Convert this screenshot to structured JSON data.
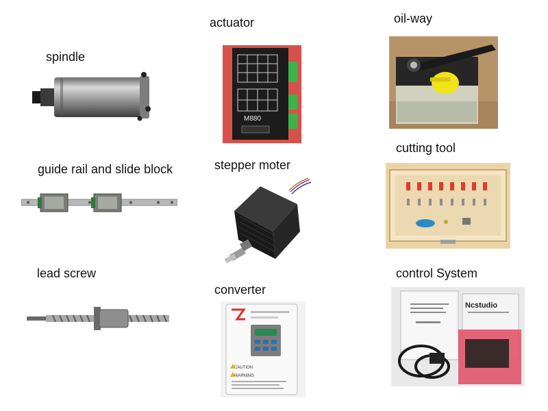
{
  "labels": {
    "spindle": "spindle",
    "actuator": "actuator",
    "oil_way": "oil-way",
    "guide_rail": "guide rail and slide block",
    "stepper_motor": "stepper moter",
    "cutting_tool": "cutting tool",
    "lead_screw": "lead screw",
    "converter": "converter",
    "control_system": "control System"
  },
  "actuator_image": {
    "model": "M880"
  },
  "control_image": {
    "brand": "Ncstudio"
  },
  "converter_image": {
    "warning_1": "CAUTION",
    "warning_2": "WARNING"
  },
  "colors": {
    "text": "#111111",
    "actuator_body": "#1c1c1c",
    "actuator_bg": "#d8504a",
    "terminal_green": "#3bb24a",
    "oil_cap_yellow": "#f2e21a",
    "tool_box_wood": "#ecd3a6",
    "tool_caps_red": "#e23a2a",
    "converter_red": "#d8322a",
    "control_red": "#e0556b"
  },
  "icons": [
    "spindle-photo",
    "actuator-photo",
    "oil-way-photo",
    "guide-rail-photo",
    "stepper-motor-photo",
    "cutting-tool-photo",
    "lead-screw-photo",
    "converter-photo",
    "control-system-photo"
  ]
}
